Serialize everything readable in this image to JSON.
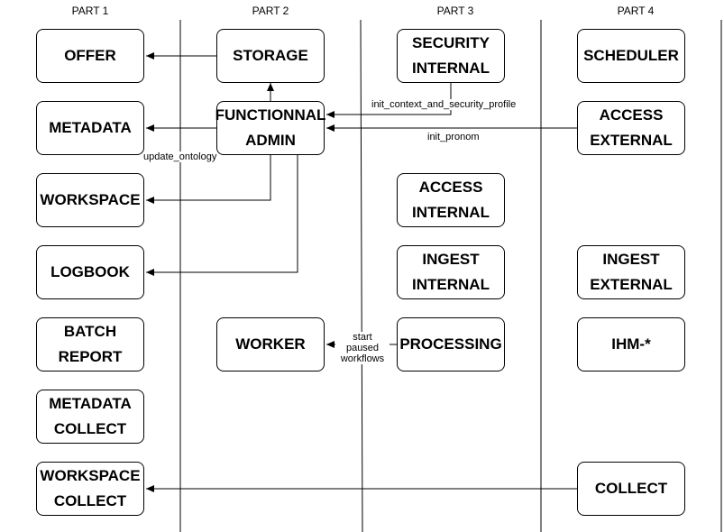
{
  "parts": [
    "PART 1",
    "PART 2",
    "PART 3",
    "PART 4"
  ],
  "nodes": {
    "offer": "OFFER",
    "metadata": "METADATA",
    "workspace": "WORKSPACE",
    "logbook": "LOGBOOK",
    "batch_report": "BATCH\nREPORT",
    "metadata_collect": "METADATA\nCOLLECT",
    "workspace_collect": "WORKSPACE\nCOLLECT",
    "storage": "STORAGE",
    "functional_admin": "FUNCTIONNAL\nADMIN",
    "worker": "WORKER",
    "security_internal": "SECURITY\nINTERNAL",
    "access_internal": "ACCESS\nINTERNAL",
    "ingest_internal": "INGEST\nINTERNAL",
    "processing": "PROCESSING",
    "scheduler": "SCHEDULER",
    "access_external": "ACCESS\nEXTERNAL",
    "ingest_external": "INGEST\nEXTERNAL",
    "ihm": "IHM-*",
    "collect": "COLLECT"
  },
  "edge_labels": {
    "init_context": "init_context_and_security_profile",
    "init_pronom": "init_pronom",
    "update_ontology": "update_ontology",
    "start_paused": "start\npaused\nworkflows"
  }
}
